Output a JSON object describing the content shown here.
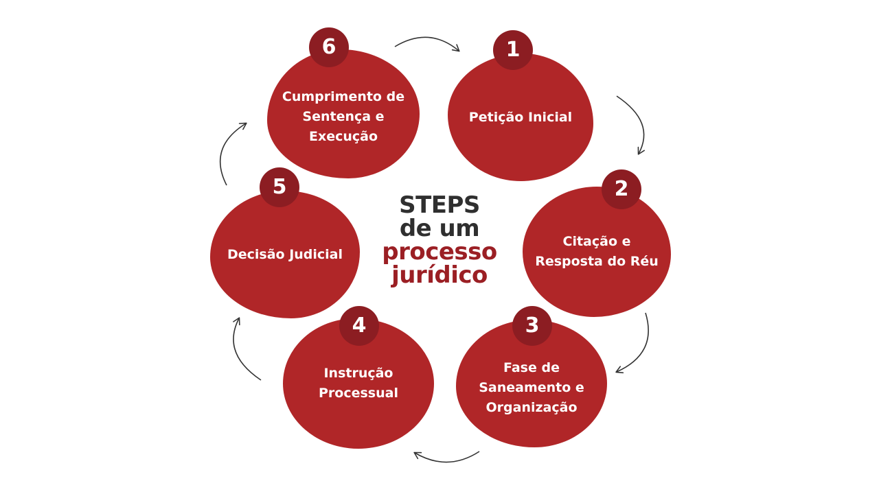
{
  "title": {
    "line1": "STEPS",
    "line2": "de um",
    "line3": "processo",
    "line4": "jurídico"
  },
  "steps": [
    {
      "number": "1",
      "label": "Petição Inicial"
    },
    {
      "number": "2",
      "label": "Citação e\nResposta do Réu"
    },
    {
      "number": "3",
      "label": "Fase de\nSaneamento e\nOrganização"
    },
    {
      "number": "4",
      "label": "Instrução\nProcessual"
    },
    {
      "number": "5",
      "label": "Decisão Judicial"
    },
    {
      "number": "6",
      "label": "Cumprimento de\nSentença e\nExecução"
    }
  ],
  "colors": {
    "blob": "#b02628",
    "badge": "#8c1d22",
    "title_dark": "#2f2f2f",
    "title_red": "#9b1f24",
    "arrow": "#333333"
  }
}
